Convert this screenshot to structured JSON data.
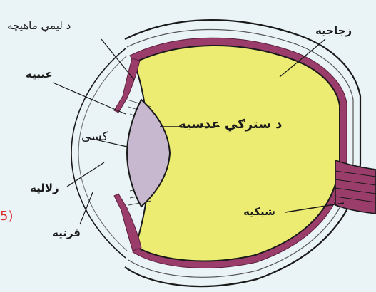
{
  "diagram": {
    "labels": {
      "ciliary_muscle": "د ليمي ماهيچه",
      "vitreous": "زجاجيه",
      "iris": "عنبيه",
      "lens": "د سترګي عدسيه",
      "pupil": "کسی",
      "aqueous": "زلاليه",
      "retina": "شبکيه",
      "cornea": "قرنيه",
      "figure_number": "5)"
    },
    "colors": {
      "background": "#eaf3f6",
      "vitreous_fill": "#ecec72",
      "choroid": "#9b3d6b",
      "lens_fill": "#c8b8cf",
      "outline": "#1a1a1a",
      "figure_number": "#d8302f"
    }
  }
}
